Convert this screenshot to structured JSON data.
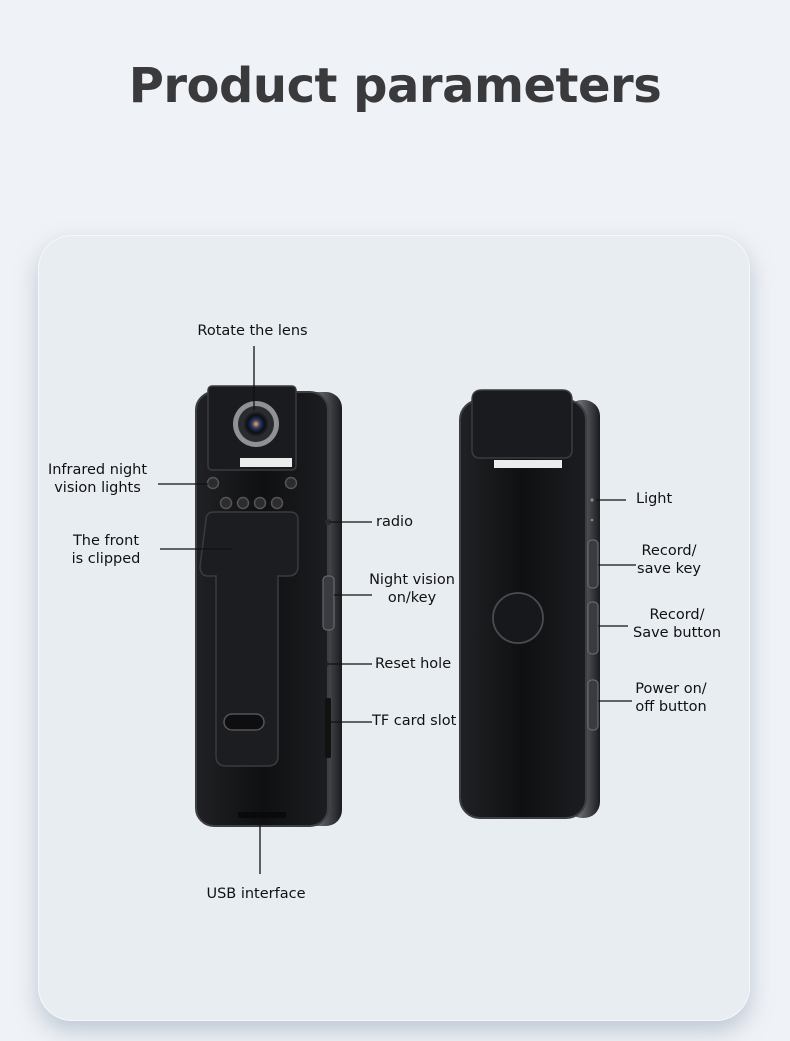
{
  "page": {
    "title": "Product parameters"
  },
  "labels": {
    "rotate_lens": "Rotate the lens",
    "infrared_line1": "Infrared night",
    "infrared_line2": "vision lights",
    "front_clip_line1": "The front",
    "front_clip_line2": "is clipped",
    "radio": "radio",
    "night_vision_line1": "Night vision",
    "night_vision_line2": "on/key",
    "reset_hole": "Reset hole",
    "tf_card_slot": "TF card slot",
    "usb_interface": "USB interface",
    "light": "Light",
    "record_save_key_line1": "Record/",
    "record_save_key_line2": "save key",
    "record_save_button_line1": "Record/",
    "record_save_button_line2": "Save button",
    "power_line1": "Power on/",
    "power_line2": "off button"
  },
  "colors": {
    "background": "#eff2f6",
    "card": "#e8edf2",
    "device_body": "#141416",
    "device_edge": "#5a5c62"
  }
}
